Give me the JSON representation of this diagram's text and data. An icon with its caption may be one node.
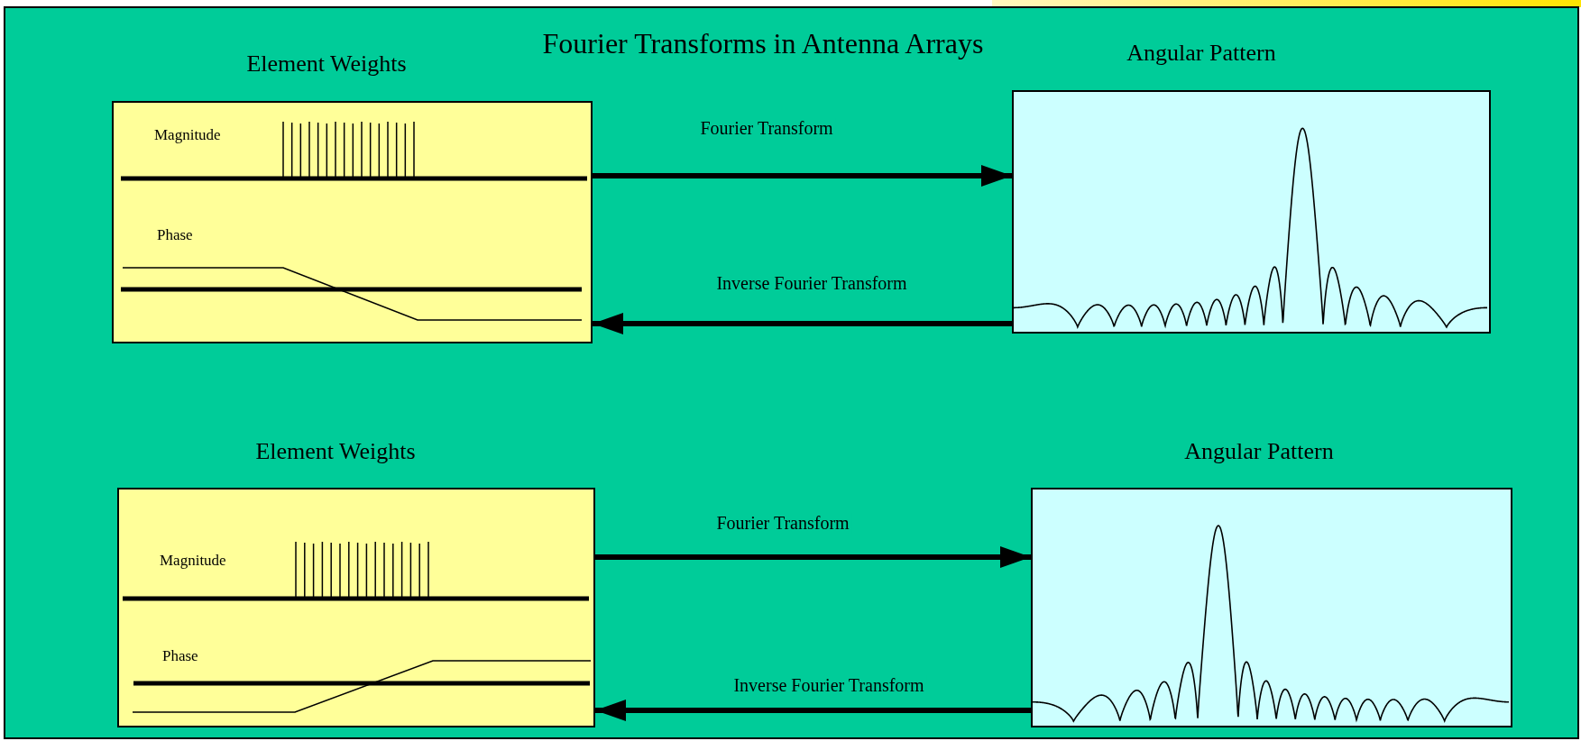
{
  "diagram": {
    "title": "Fourier Transforms in Antenna Arrays",
    "nodes": [
      {
        "text": [
          "Element Weights",
          "Magnitude",
          "Phase"
        ]
      },
      {
        "text": [
          "Angular Pattern"
        ]
      },
      {
        "text": [
          "Element Weights",
          "Magnitude",
          "Phase"
        ]
      },
      {
        "text": [
          "Angular Pattern"
        ]
      }
    ],
    "edges": [
      {
        "from": 0,
        "to": 1,
        "arrow": "to",
        "label": "Fourier Transform"
      },
      {
        "from": 1,
        "to": 0,
        "arrow": "to",
        "label": "Inverse Fourier Transform"
      },
      {
        "from": 2,
        "to": 3,
        "arrow": "to",
        "label": "Fourier Transform"
      },
      {
        "from": 3,
        "to": 2,
        "arrow": "to",
        "label": "Inverse Fourier Transform"
      }
    ]
  }
}
